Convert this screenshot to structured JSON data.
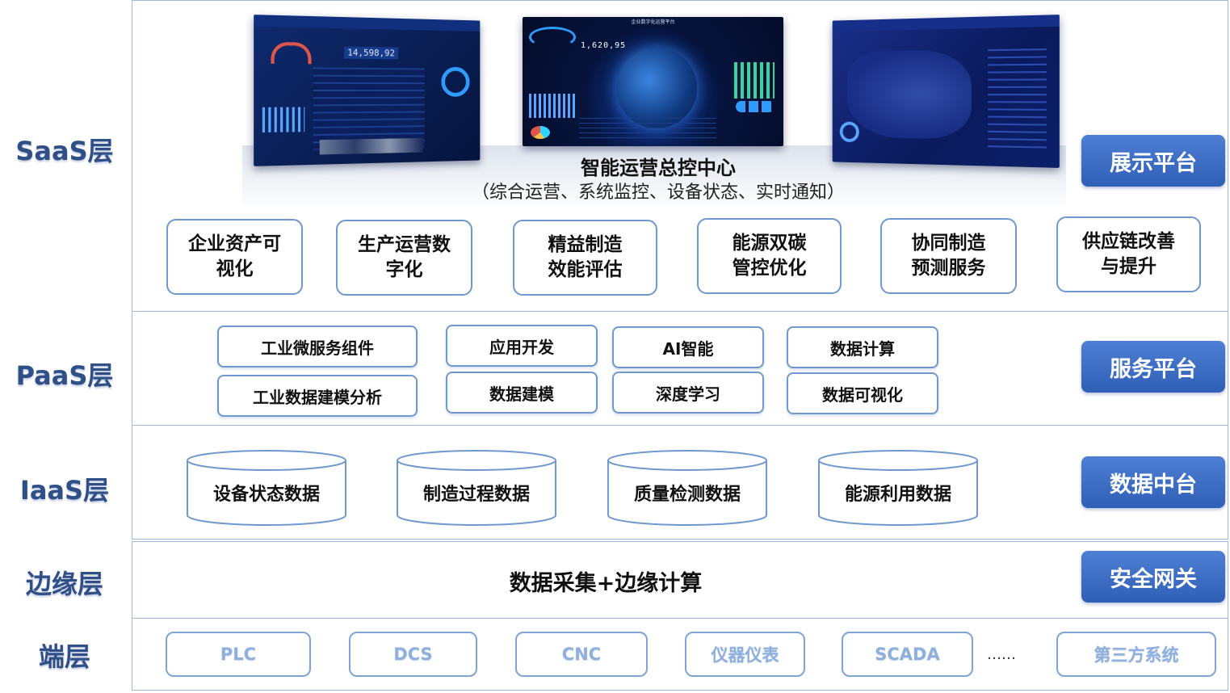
{
  "layers": {
    "saas": "SaaS层",
    "paas": "PaaS层",
    "iaas": "IaaS层",
    "edge": "边缘层",
    "device": "端层"
  },
  "platforms": {
    "display": "展示平台",
    "service": "服务平台",
    "data": "数据中台",
    "gateway": "安全网关"
  },
  "saas": {
    "center_screen": {
      "header_title": "企业数字化运营平台",
      "counter": "1,620,95"
    },
    "left_screen": {
      "counter": "14,598,92"
    },
    "title": "智能运营总控中心",
    "subtitle": "（综合运营、系统监控、设备状态、实时通知）",
    "modules": [
      {
        "line1": "企业资产可",
        "line2": "视化"
      },
      {
        "line1": "生产运营数",
        "line2": "字化"
      },
      {
        "line1": "精益制造",
        "line2": "效能评估"
      },
      {
        "line1": "能源双碳",
        "line2": "管控优化"
      },
      {
        "line1": "协同制造",
        "line2": "预测服务"
      },
      {
        "line1": "供应链改善",
        "line2": "与提升"
      }
    ]
  },
  "paas": {
    "items": [
      "工业微服务组件",
      "工业数据建模分析",
      "应用开发",
      "数据建模",
      "AI智能",
      "深度学习",
      "数据计算",
      "数据可视化"
    ]
  },
  "iaas": {
    "databases": [
      "设备状态数据",
      "制造过程数据",
      "质量检测数据",
      "能源利用数据"
    ]
  },
  "edge": {
    "text": "数据采集+边缘计算"
  },
  "devices": {
    "items": [
      "PLC",
      "DCS",
      "CNC",
      "仪器仪表",
      "SCADA",
      "第三方系统"
    ],
    "ellipsis": "……"
  },
  "colors": {
    "accent": "#2f5fb6",
    "border": "#6f98cf",
    "layer_text": "#2f4f86",
    "screen_bg": "#0b1f5c"
  }
}
